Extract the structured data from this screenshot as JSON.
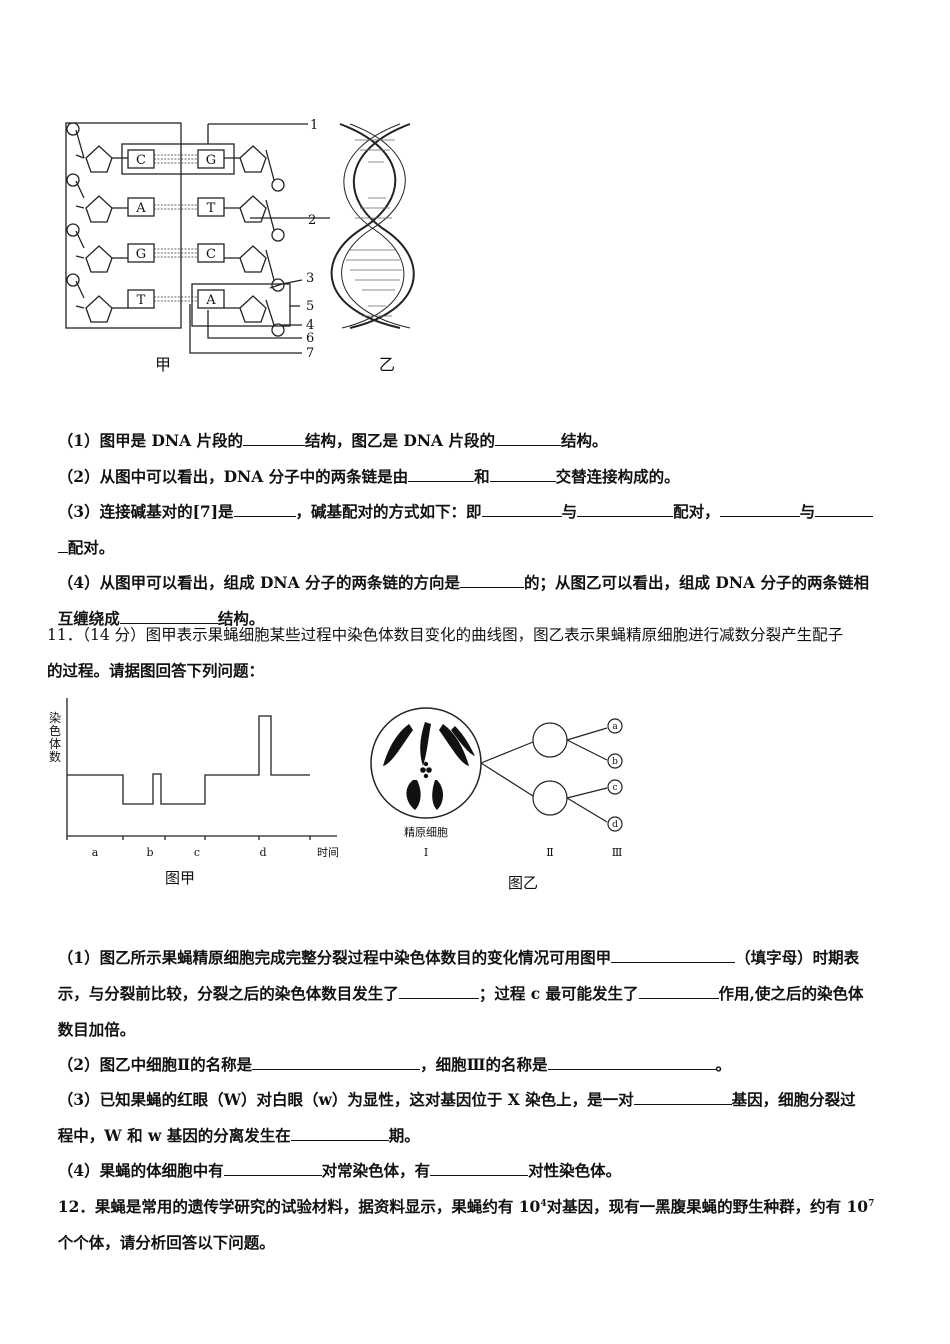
{
  "fig1": {
    "bases_left": [
      "C",
      "A",
      "G",
      "T"
    ],
    "bases_right": [
      "G",
      "T",
      "C",
      "A"
    ],
    "callouts": [
      "1",
      "2",
      "3",
      "5",
      "4",
      "6",
      "7"
    ],
    "caption_jia": "甲",
    "caption_yi": "乙"
  },
  "q10": {
    "l1a": "（1）图甲是 DNA 片段的",
    "l1b": "结构，图乙是 DNA 片段的",
    "l1c": "结构。",
    "l2a": "（2）从图中可以看出，DNA 分子中的两条链是由",
    "l2b": "和",
    "l2c": "交替连接构成的。",
    "l3a": "（3）连接碱基对的[7]是",
    "l3b": "，碱基配对的方式如下：即",
    "l3c": "与",
    "l3d": "配对，",
    "l3e": "与",
    "l4a": "配对。",
    "l5a": "（4）从图甲可以看出，组成 DNA 分子的两条链的方向是",
    "l5b": "的；从图乙可以看出，组成 DNA 分子的两条链相",
    "l6a": "互缠绕成",
    "l6b": "结构。"
  },
  "q11": {
    "head1": "11．（14 分）图甲表示果蝇细胞某些过程中染色体数目变化的曲线图，图乙表示果蝇精原细胞进行减数分裂产生配子",
    "head2": "的过程。请据图回答下列问题：",
    "fig": {
      "ylabel": [
        "染",
        "色",
        "体",
        "数"
      ],
      "xlabel": "时间",
      "ticks": [
        "a",
        "b",
        "c",
        "d"
      ],
      "caption_jia": "图甲",
      "cell_label": "精原细胞",
      "roman": [
        "Ⅰ",
        "Ⅱ",
        "Ⅲ"
      ],
      "gametes": [
        "a",
        "b",
        "c",
        "d"
      ],
      "caption_yi": "图乙"
    },
    "l1a": "（1）图乙所示果蝇精原细胞完成完整分裂过程中染色体数目的变化情况可用图甲",
    "l1b": "（填字母）时期表",
    "l2a": "示，与分裂前比较，分裂之后的染色体数目发生了",
    "l2b": "；过程 c 最可能发生了",
    "l2c": "作用,使之后的染色体",
    "l3a": "数目加倍。",
    "l4a": "（2）图乙中细胞Ⅱ的名称是",
    "l4b": "，细胞Ⅲ的名称是",
    "l4c": "。",
    "l5a": "（3）已知果蝇的红眼（W）对白眼（w）为显性，这对基因位于 X 染色上，是一对",
    "l5b": "基因，细胞分裂过",
    "l6a": "程中，W 和 w 基因的分离发生在",
    "l6b": "期。",
    "l7a": "（4）果蝇的体细胞中有",
    "l7b": "对常染色体，有",
    "l7c": "对性染色体。"
  },
  "q12": {
    "l1a": "12．果蝇是常用的遗传学研究的试验材料，据资料显示，果蝇约有 10",
    "sup1": "4",
    "l1b": "对基因，现有一黑腹果蝇的野生种群，约有 10",
    "sup2": "7",
    "l2a": "个个体，请分析回答以下问题。"
  }
}
